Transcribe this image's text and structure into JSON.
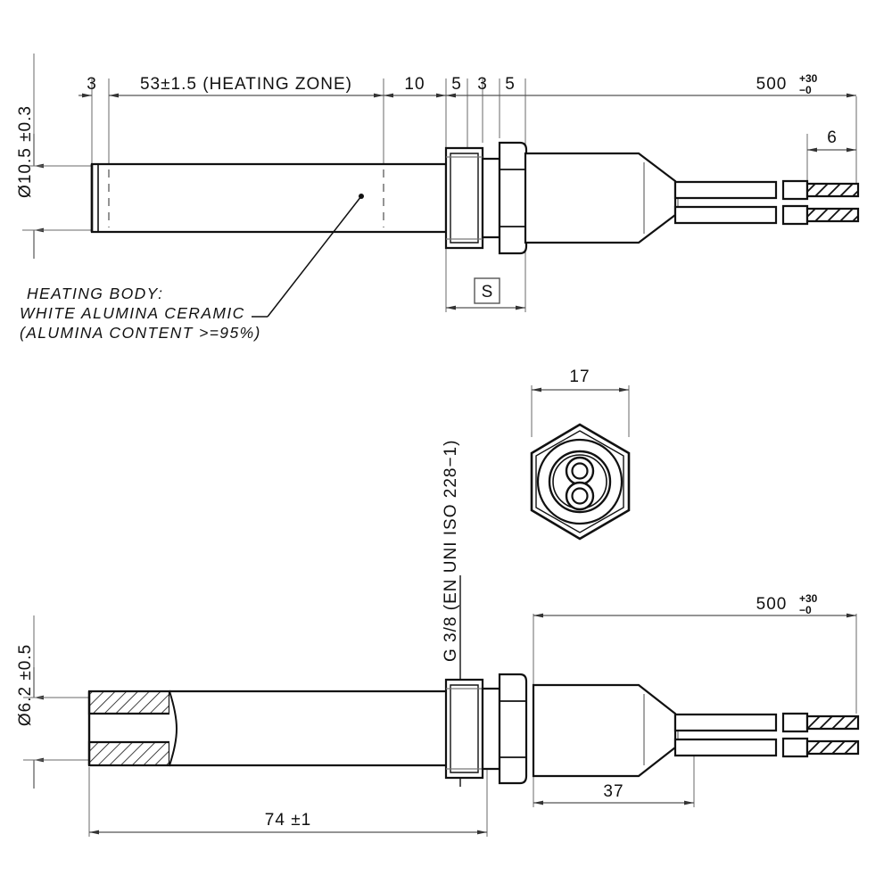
{
  "drawing": {
    "title": "Ceramic cartridge heater / igniter technical drawing",
    "line_color": "#111111",
    "thin_color": "#555555",
    "background": "#ffffff"
  },
  "top_view": {
    "name": "side-elevation-upper",
    "dimensions": {
      "diameter_label": "Ø10.5 ±0.3",
      "tip_length": "3",
      "heating_zone": "53±1.5  (HEATING ZONE)",
      "shoulder": "10",
      "flange": "5",
      "washer": "3",
      "nut": "5",
      "cable_length_value": "500",
      "cable_tol_upper": "+30",
      "cable_tol_lower": "−0",
      "strip_length": "6",
      "surface_symbol": "S"
    },
    "note": {
      "line1": "HEATING BODY:",
      "line2": "WHITE ALUMINA CERAMIC",
      "line3": "(ALUMINA CONTENT >=95%)"
    }
  },
  "end_view": {
    "name": "hex-end-view",
    "across_flats": "17"
  },
  "bottom_view": {
    "name": "side-elevation-lower-section",
    "dimensions": {
      "bore_diameter": "Ø6.2 ±0.5",
      "thread_label": "G 3/8 (EN UNI ISO 228−1)",
      "body_length": "74 ±1",
      "strain_relief": "37",
      "cable_length_value": "500",
      "cable_tol_upper": "+30",
      "cable_tol_lower": "−0"
    }
  }
}
